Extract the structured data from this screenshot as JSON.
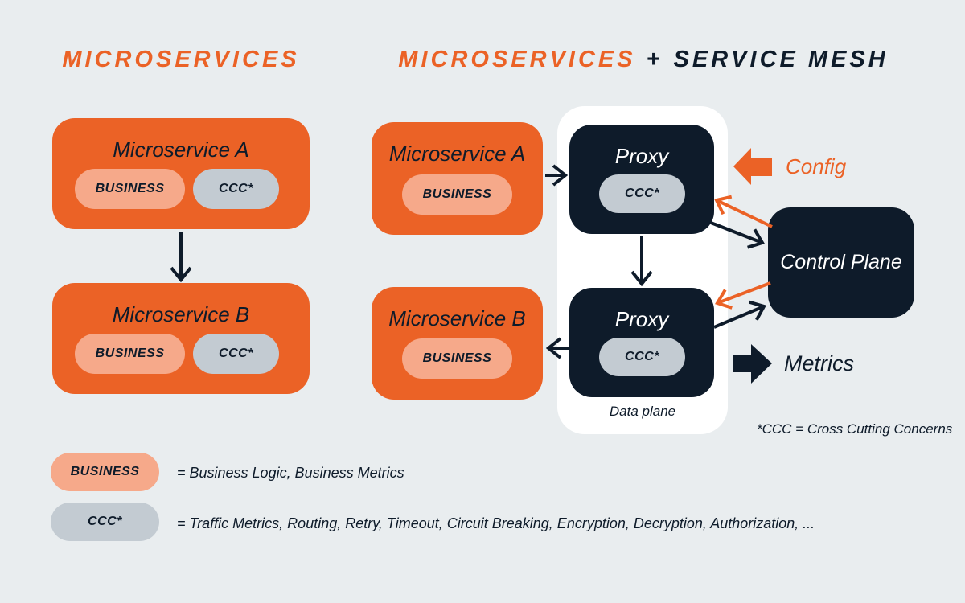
{
  "colors": {
    "orange": "#EB6226",
    "navy": "#0E1B2A",
    "peach": "#F6A98A",
    "gray": "#C3CBD2",
    "background": "#E9EDEF",
    "white": "#FFFFFF"
  },
  "left_panel": {
    "title": "MICROSERVICES",
    "service_a": {
      "title": "Microservice A",
      "business_pill": "BUSINESS",
      "ccc_pill": "CCC*"
    },
    "service_b": {
      "title": "Microservice B",
      "business_pill": "BUSINESS",
      "ccc_pill": "CCC*"
    }
  },
  "right_panel": {
    "title_microservices": "MICROSERVICES",
    "title_plus": "+",
    "title_mesh": "SERVICE MESH",
    "service_a": {
      "title": "Microservice A",
      "business_pill": "BUSINESS"
    },
    "service_b": {
      "title": "Microservice B",
      "business_pill": "BUSINESS"
    },
    "proxy_a": {
      "title": "Proxy",
      "ccc_pill": "CCC*"
    },
    "proxy_b": {
      "title": "Proxy",
      "ccc_pill": "CCC*"
    },
    "data_plane_label": "Data plane",
    "control_plane_title": "Control Plane",
    "config_label": "Config",
    "metrics_label": "Metrics",
    "footnote": "*CCC = Cross Cutting Concerns"
  },
  "legend": {
    "business": {
      "pill": "BUSINESS",
      "description": "= Business Logic, Business Metrics"
    },
    "ccc": {
      "pill": "CCC*",
      "description": "= Traffic Metrics, Routing, Retry, Timeout, Circuit Breaking, Encryption, Decryption, Authorization, ..."
    }
  }
}
